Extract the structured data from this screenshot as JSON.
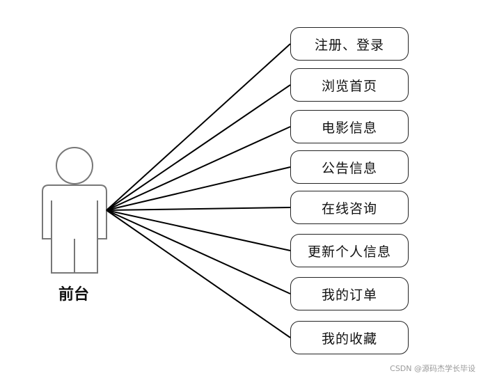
{
  "actor": {
    "label": "前台"
  },
  "use_cases": [
    {
      "label": "注册、登录"
    },
    {
      "label": "浏览首页"
    },
    {
      "label": "电影信息"
    },
    {
      "label": "公告信息"
    },
    {
      "label": "在线咨询"
    },
    {
      "label": "更新个人信息"
    },
    {
      "label": "我的订单"
    },
    {
      "label": "我的收藏"
    }
  ],
  "watermark": {
    "text": "CSDN @源码杰学长毕设"
  },
  "colors": {
    "line": "#000000",
    "actor_outline": "#777777",
    "box_border": "#222222"
  }
}
